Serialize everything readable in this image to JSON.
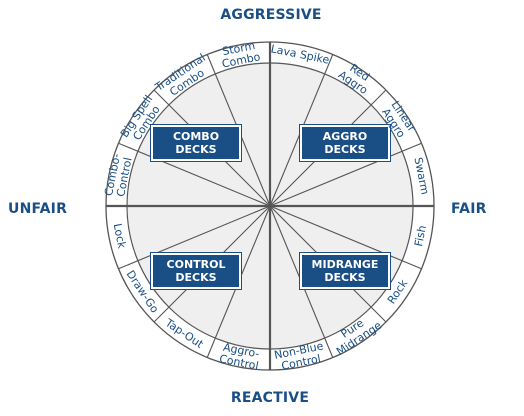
{
  "colors": {
    "primary": "#1a4f86",
    "ring_stroke": "#555555",
    "inner_fill": "#efefef",
    "outer_fill": "#ffffff"
  },
  "axes": {
    "top": "AGGRESSIVE",
    "bottom": "REACTIVE",
    "left": "UNFAIR",
    "right": "FAIR"
  },
  "quadrants": {
    "combo": "COMBO\nDECKS",
    "aggro": "AGGRO\nDECKS",
    "control": "CONTROL\nDECKS",
    "midrange": "MIDRANGE\nDECKS"
  },
  "archetypes": [
    "Lava Spike",
    "Red\nAggro",
    "Linear\nAggro",
    "Swarm",
    "Fish",
    "Rock",
    "Pure\nMidrange",
    "Non-Blue\nControl",
    "Aggro-\nControl",
    "Tap-Out",
    "Draw-Go",
    "Lock",
    "Combo-\nControl",
    "Big Spell\nCombo",
    "Traditional\nCombo",
    "Storm\nCombo"
  ]
}
